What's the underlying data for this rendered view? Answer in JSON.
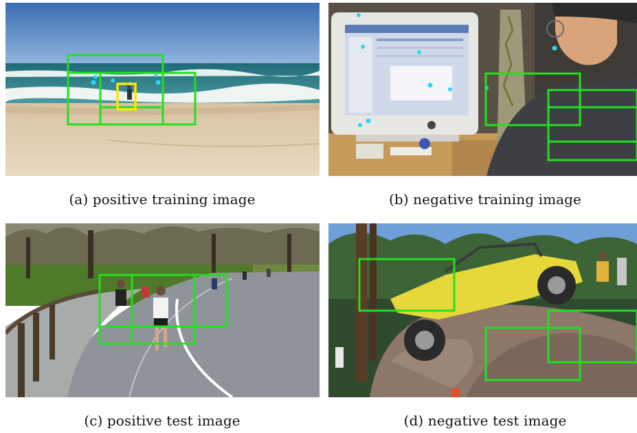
{
  "figure": {
    "panels": [
      {
        "id": "a",
        "caption": "(a) positive training image"
      },
      {
        "id": "b",
        "caption": "(b) negative training image"
      },
      {
        "id": "c",
        "caption": "(c) positive test image"
      },
      {
        "id": "d",
        "caption": "(d) negative test image"
      }
    ]
  },
  "colors": {
    "detection_box": "#22e01e",
    "ground_truth_box": "#ffe600",
    "keypoint": "#2fd6f0"
  }
}
